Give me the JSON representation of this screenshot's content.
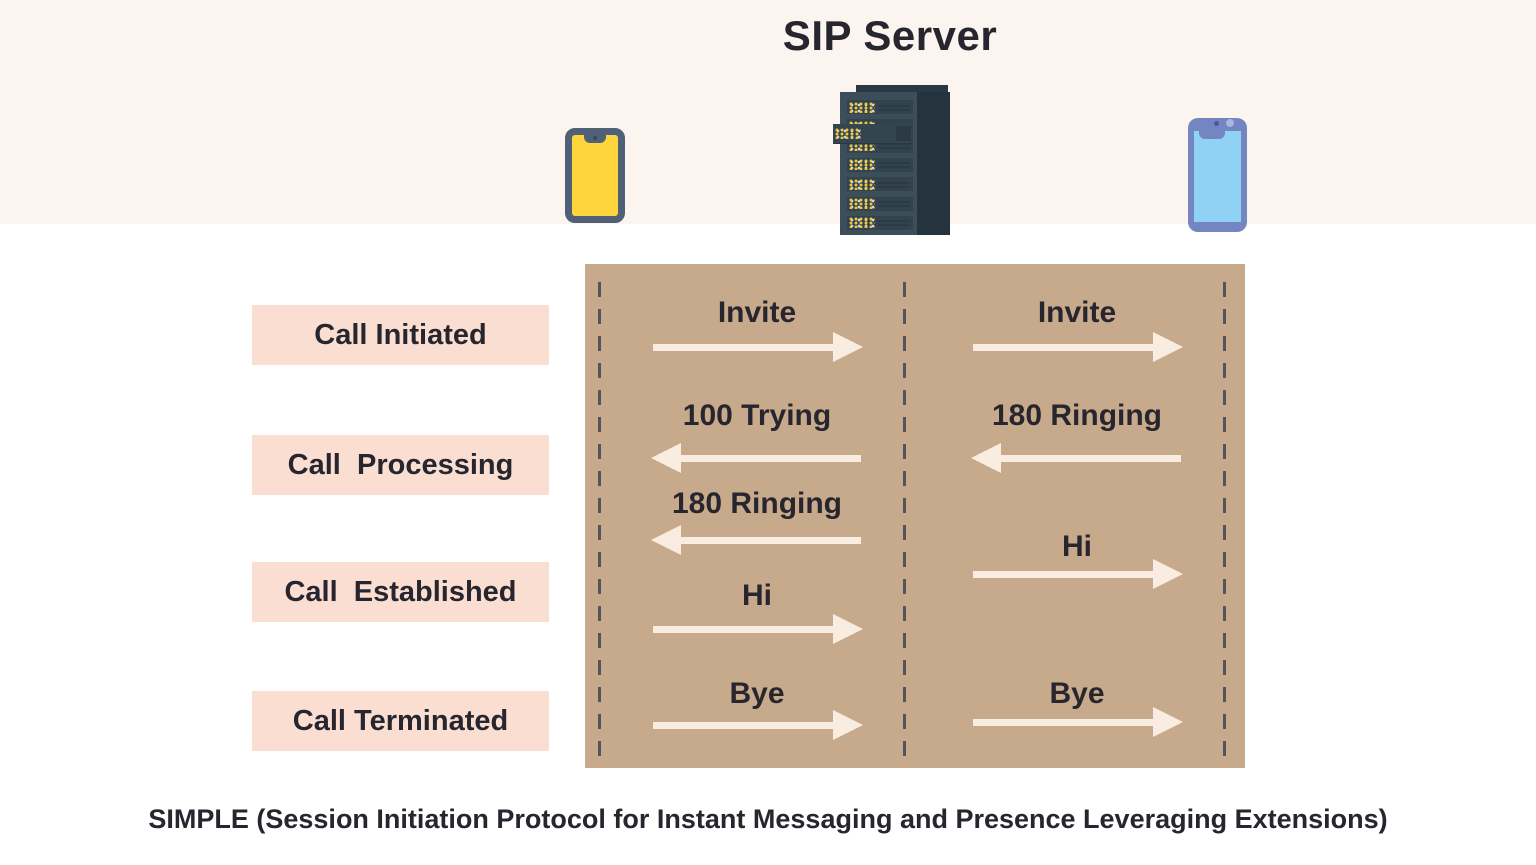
{
  "title": "SIP Server",
  "caption": "SIMPLE (Session Initiation Protocol for Instant Messaging and Presence Leveraging Extensions)",
  "stages": [
    {
      "label": "Call Initiated"
    },
    {
      "label": "Call  Processing"
    },
    {
      "label": "Call  Established"
    },
    {
      "label": "Call Terminated"
    }
  ],
  "lanes": {
    "left": [
      {
        "label": "Invite",
        "direction": "right"
      },
      {
        "label": "100 Trying",
        "direction": "left"
      },
      {
        "label": "180 Ringing",
        "direction": "left"
      },
      {
        "label": "Hi",
        "direction": "right"
      },
      {
        "label": "Bye",
        "direction": "right"
      }
    ],
    "right": [
      {
        "label": "Invite",
        "direction": "right"
      },
      {
        "label": "180 Ringing",
        "direction": "left"
      },
      {
        "label": "Hi",
        "direction": "right"
      },
      {
        "label": "Bye",
        "direction": "right"
      }
    ]
  },
  "actors": [
    {
      "name": "caller-phone",
      "icon": "yellow-phone-icon"
    },
    {
      "name": "sip-server",
      "icon": "server-rack-icon"
    },
    {
      "name": "callee-phone",
      "icon": "blue-phone-icon"
    }
  ],
  "colors": {
    "panel_tan": "#c7a98b",
    "stage_pink": "#f9ded1",
    "arrow_cream": "#f9ece0",
    "dash_gray": "#54545e",
    "text_dark": "#27262e",
    "phone_yellow": "#ffd53e",
    "phone_yellow_frame": "#4f6077",
    "phone_blue_screen": "#8fd2f4",
    "phone_blue_frame": "#7486c2",
    "server_body": "#3c4e5a",
    "server_side": "#24333e",
    "led_yellow": "#eec73e",
    "top_band": "#fbf4ef"
  }
}
